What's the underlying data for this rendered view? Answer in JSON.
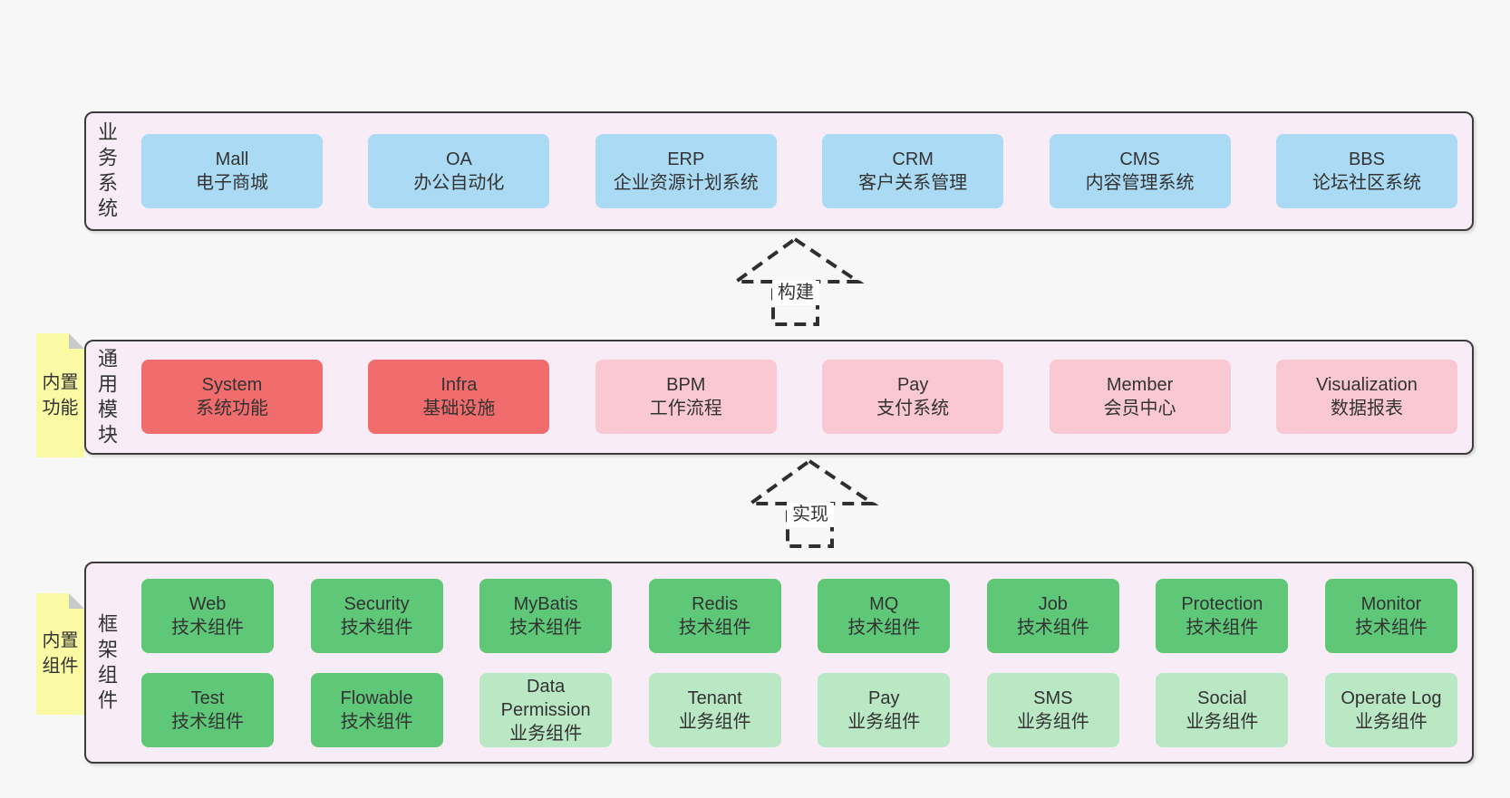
{
  "colors": {
    "page_bg": "#f7f7f7",
    "panel_bg": "#f8edf6",
    "panel_border": "#3c3c3c",
    "blue": "#abdbf4",
    "red": "#f16c6c",
    "pink": "#f9c8d2",
    "green": "#5ec878",
    "light_green": "#bae7c4",
    "note_yellow": "#fafaa4",
    "note_fold": "#c8c9cb",
    "text": "#333333",
    "arrow": "#2f2f2f",
    "arrow_label_bg": "#ffffff"
  },
  "arrows": [
    {
      "label": "构建"
    },
    {
      "label": "实现"
    }
  ],
  "layers": [
    {
      "label": "业务系统",
      "rows": [
        [
          {
            "title": "Mall",
            "subtitle": "电子商城",
            "variant": "blue"
          },
          {
            "title": "OA",
            "subtitle": "办公自动化",
            "variant": "blue"
          },
          {
            "title": "ERP",
            "subtitle": "企业资源计划系统",
            "variant": "blue"
          },
          {
            "title": "CRM",
            "subtitle": "客户关系管理",
            "variant": "blue"
          },
          {
            "title": "CMS",
            "subtitle": "内容管理系统",
            "variant": "blue"
          },
          {
            "title": "BBS",
            "subtitle": "论坛社区系统",
            "variant": "blue"
          }
        ]
      ]
    },
    {
      "label": "通用模块",
      "note": "内置功能",
      "rows": [
        [
          {
            "title": "System",
            "subtitle": "系统功能",
            "variant": "red"
          },
          {
            "title": "Infra",
            "subtitle": "基础设施",
            "variant": "red"
          },
          {
            "title": "BPM",
            "subtitle": "工作流程",
            "variant": "pink"
          },
          {
            "title": "Pay",
            "subtitle": "支付系统",
            "variant": "pink"
          },
          {
            "title": "Member",
            "subtitle": "会员中心",
            "variant": "pink"
          },
          {
            "title": "Visualization",
            "subtitle": "数据报表",
            "variant": "pink"
          }
        ]
      ]
    },
    {
      "label": "框架组件",
      "note": "内置组件",
      "rows": [
        [
          {
            "title": "Web",
            "subtitle": "技术组件",
            "variant": "green"
          },
          {
            "title": "Security",
            "subtitle": "技术组件",
            "variant": "green"
          },
          {
            "title": "MyBatis",
            "subtitle": "技术组件",
            "variant": "green"
          },
          {
            "title": "Redis",
            "subtitle": "技术组件",
            "variant": "green"
          },
          {
            "title": "MQ",
            "subtitle": "技术组件",
            "variant": "green"
          },
          {
            "title": "Job",
            "subtitle": "技术组件",
            "variant": "green"
          },
          {
            "title": "Protection",
            "subtitle": "技术组件",
            "variant": "green"
          },
          {
            "title": "Monitor",
            "subtitle": "技术组件",
            "variant": "green"
          }
        ],
        [
          {
            "title": "Test",
            "subtitle": "技术组件",
            "variant": "green"
          },
          {
            "title": "Flowable",
            "subtitle": "技术组件",
            "variant": "green"
          },
          {
            "title": "Data Permission",
            "subtitle": "业务组件",
            "variant": "lightgreen"
          },
          {
            "title": "Tenant",
            "subtitle": "业务组件",
            "variant": "lightgreen"
          },
          {
            "title": "Pay",
            "subtitle": "业务组件",
            "variant": "lightgreen"
          },
          {
            "title": "SMS",
            "subtitle": "业务组件",
            "variant": "lightgreen"
          },
          {
            "title": "Social",
            "subtitle": "业务组件",
            "variant": "lightgreen"
          },
          {
            "title": "Operate Log",
            "subtitle": "业务组件",
            "variant": "lightgreen"
          }
        ]
      ]
    }
  ]
}
